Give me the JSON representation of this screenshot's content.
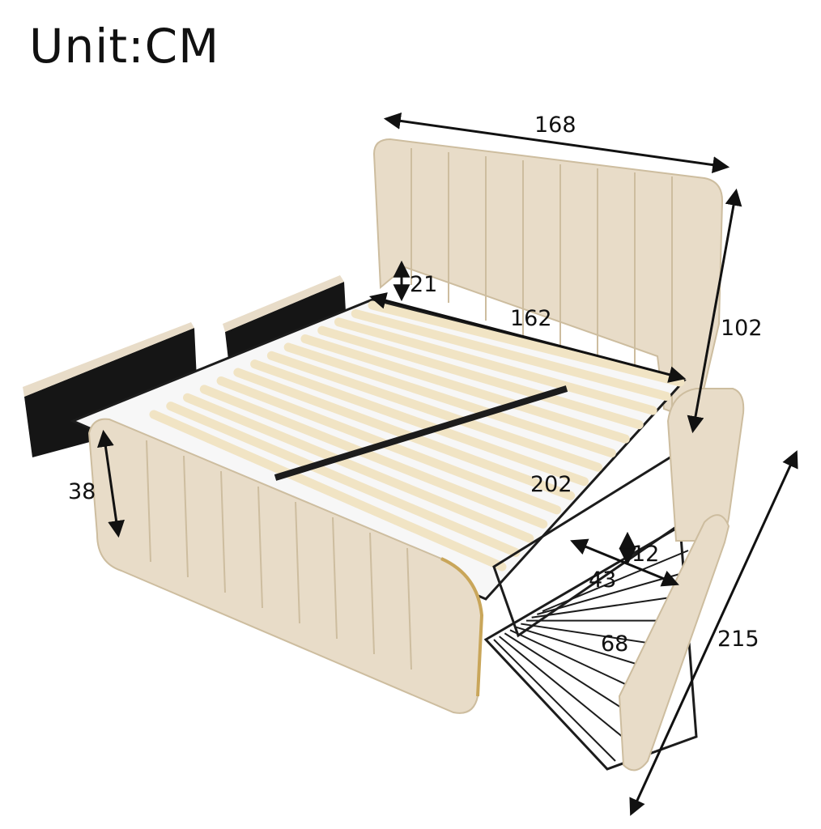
{
  "title": "Unit:CM",
  "dimensions": {
    "headboard_width": "168",
    "headboard_height": "102",
    "headboard_gap": "21",
    "slat_width": "162",
    "inner_length": "202",
    "footboard_height": "38",
    "drawer_height": "12",
    "drawer_width": "43",
    "drawer_length": "68",
    "overall_length": "215"
  },
  "colors": {
    "fabric": "#e8dcc8",
    "fabric_shadow": "#d4c5ab",
    "slat": "#f1e4c4",
    "metal": "#1c1c1c",
    "gold_trim": "#c9a65a",
    "drawer_back": "#151515"
  }
}
